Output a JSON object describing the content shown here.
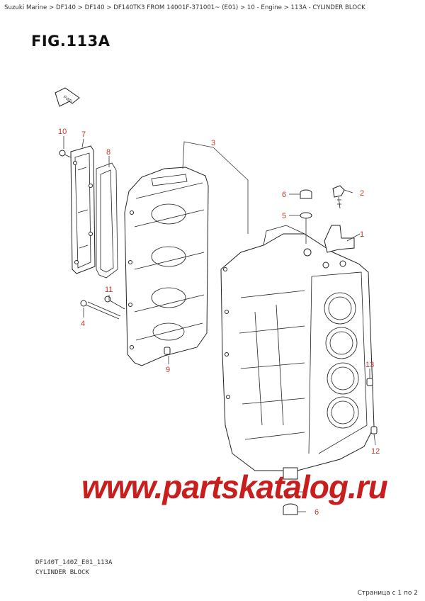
{
  "breadcrumb": "Suzuki Marine > DF140 > DF140 > DF140TK3 FROM 14001F-371001~ (E01) > 10 - Engine > 113A - CYLINDER BLOCK",
  "figure_title": "FIG.113A",
  "fwd_label": "FWD",
  "callouts": {
    "c1": "1",
    "c2": "2",
    "c3": "3",
    "c4": "4",
    "c5": "5",
    "c6a": "6",
    "c6b": "6",
    "c7": "7",
    "c8": "8",
    "c9": "9",
    "c10": "10",
    "c11": "11",
    "c12": "12",
    "c13": "13"
  },
  "watermark": "www.partskatalog.ru",
  "figure_code": "DF140T_140Z_E01_113A",
  "figure_caption": "CYLINDER BLOCK",
  "page_info": "Страница с 1 по 2",
  "colors": {
    "callout": "#c0392b",
    "watermark": "#c81e1e"
  }
}
